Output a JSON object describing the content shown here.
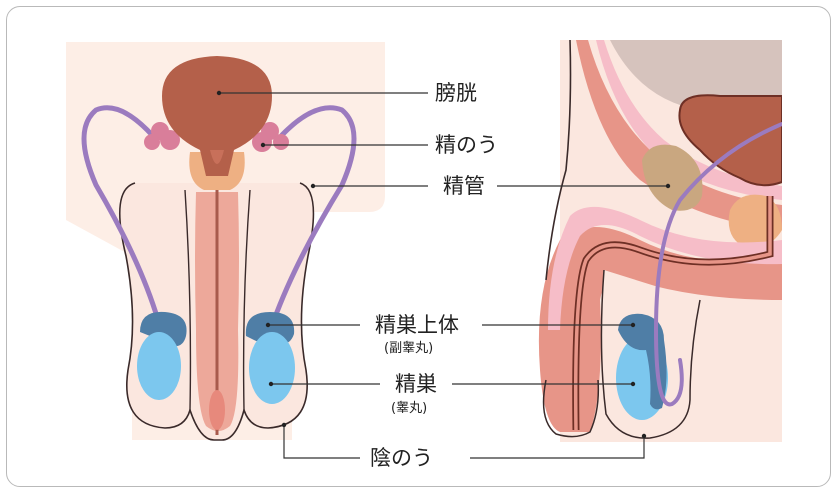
{
  "labels": {
    "bladder": "膀胱",
    "seminal_vesicle": "精のう",
    "vas_deferens": "精管",
    "epididymis": "精巣上体",
    "epididymis_alt": "(副睾丸)",
    "testis": "精巣",
    "testis_alt": "(睾丸)",
    "scrotum": "陰のう"
  },
  "colors": {
    "skin": "#fbe7df",
    "skin_outline": "#3a2a2a",
    "bladder": "#b4604a",
    "seminal_vesicle": "#d97e9a",
    "prostate": "#eeb083",
    "urethra": "#e79588",
    "vas_deferens": "#9b7bbf",
    "epididymis": "#4f7ea6",
    "testis": "#7cc7ee",
    "pelvic_bone": "#d6c3bd",
    "pink_tissue": "#f6bdc8"
  }
}
